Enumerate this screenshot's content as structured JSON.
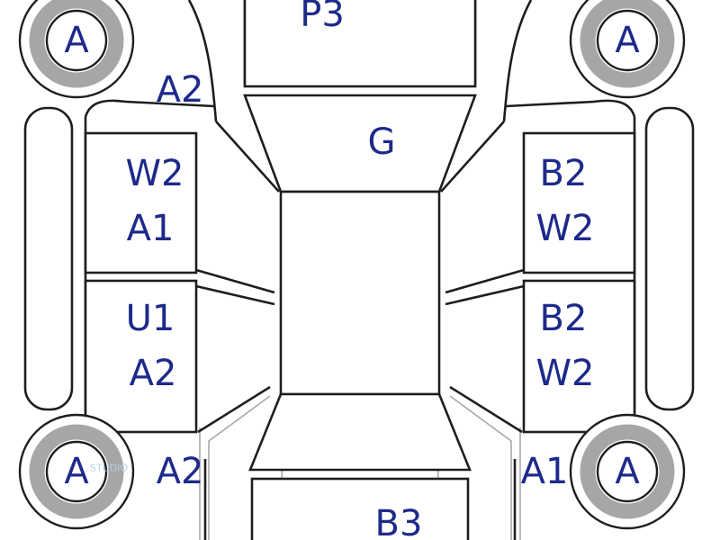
{
  "colors": {
    "label": "#1e2a8a",
    "outline": "#1e1e1e",
    "tire": "#a6a6a6",
    "background": "#ffffff"
  },
  "wheels": {
    "front_left": "A",
    "front_right": "A",
    "rear_left": "A",
    "rear_right": "A"
  },
  "panels": {
    "front": "P3",
    "hood": "G",
    "front_left_fender": "A2",
    "left_front_door": [
      "W2",
      "A1"
    ],
    "left_rear_door": [
      "U1",
      "A2"
    ],
    "right_front_door": [
      "B2",
      "W2"
    ],
    "right_rear_door": [
      "B2",
      "W2"
    ],
    "rear_left_quarter": "A2",
    "rear_right_quarter": "A1",
    "rear": "B3"
  },
  "watermark": "STUDIO"
}
